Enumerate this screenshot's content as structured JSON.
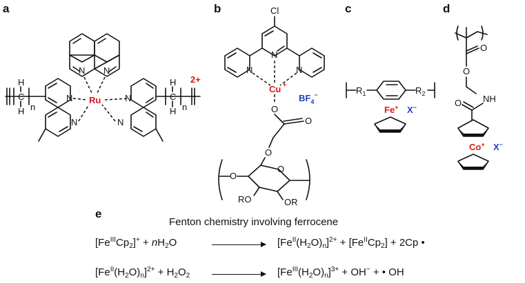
{
  "panels": {
    "a": {
      "label": "a",
      "metal": "Ru",
      "charge": "2+",
      "atoms": {
        "N": "N",
        "H": "H",
        "C": "C",
        "n": "n"
      }
    },
    "b": {
      "label": "b",
      "substituent": "Cl",
      "metal": "Cu",
      "metal_charge": "+",
      "counterion": "BF",
      "counterion_sub": "4",
      "counterion_charge": "−",
      "atoms": {
        "N": "N",
        "O": "O",
        "RO": "RO",
        "OR": "OR"
      }
    },
    "c": {
      "label": "c",
      "r1": "R",
      "r1_sub": "1",
      "r2": "R",
      "r2_sub": "2",
      "metal": "Fe",
      "metal_charge": "+",
      "counterion": "X",
      "counterion_charge": "−"
    },
    "d": {
      "label": "d",
      "atoms": {
        "O": "O",
        "NH": "NH"
      },
      "metal": "Co",
      "metal_charge": "+",
      "counterion": "X",
      "counterion_charge": "−"
    },
    "e": {
      "label": "e",
      "title": "Fenton chemistry involving ferrocene"
    }
  },
  "reactions": [
    {
      "reactants": [
        {
          "base": "[Fe",
          "sup": "III",
          "rest": "Cp",
          "sub": "2",
          "close": "]",
          "charge": "+"
        },
        {
          "plus": "+",
          "coef": "n",
          "text": "H",
          "sub": "2",
          "tail": "O"
        }
      ],
      "products": [
        {
          "base": "[Fe",
          "sup": "II",
          "rest": "(H",
          "sub": "2",
          "rest2": "O)",
          "sub2": "n",
          "close": "]",
          "charge": "2+"
        },
        {
          "plus": "+",
          "base": "[Fe",
          "sup": "II",
          "rest": "Cp",
          "sub": "2",
          "close": "]"
        },
        {
          "plus": "+",
          "text": "2Cp •"
        }
      ]
    },
    {
      "reactants": [
        {
          "base": "[Fe",
          "sup": "II",
          "rest": "(H",
          "sub": "2",
          "rest2": "O)",
          "sub2": "n",
          "close": "]",
          "charge": "2+"
        },
        {
          "plus": "+",
          "text": "H",
          "sub": "2",
          "tail": "O",
          "sub2": "2"
        }
      ],
      "products": [
        {
          "base": "[Fe",
          "sup": "III",
          "rest": "(H",
          "sub": "2",
          "rest2": "O)",
          "sub2": "n",
          "close": "]",
          "charge": "3+"
        },
        {
          "plus": "+",
          "text": "OH",
          "charge": "−"
        },
        {
          "plus": "+",
          "text": "• OH"
        }
      ]
    }
  ]
}
